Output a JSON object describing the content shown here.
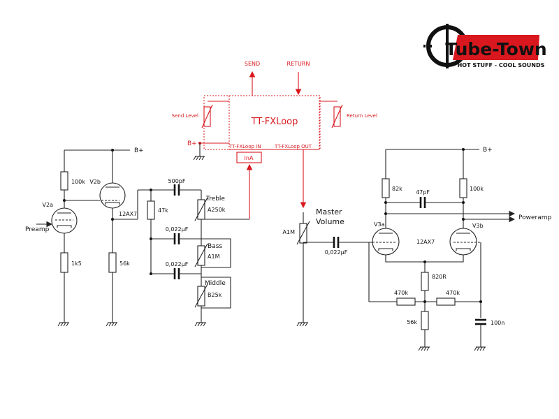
{
  "logo": {
    "brand": "Tube-Town",
    "tagline": "HOT STUFF - COOL SOUNDS",
    "colors": {
      "red": "#d8181e",
      "black": "#111111"
    }
  },
  "fxloop": {
    "title": "TT-FXLoop",
    "send": "SEND",
    "return": "RETURN",
    "send_level": "Send Level",
    "return_level": "Return Level",
    "in_label": "TT-FXLoop IN",
    "out_label": "TT-FXLoop OUT",
    "bplus": "B+",
    "ina": "InA"
  },
  "preamp": {
    "bplus": "B+",
    "r_plate": "100k",
    "v2a": "V2a",
    "v2b": "V2b",
    "tube_type": "12AX7",
    "input": "Preamp",
    "r_cathode": "1k5",
    "r_cf": "56k"
  },
  "tonestack": {
    "c_treble": "500pF",
    "r_slope": "47k",
    "treble": "Treble",
    "treble_pot": "A250k",
    "c_bass": "0,022µF",
    "bass": "Bass",
    "bass_pot": "A1M",
    "c_mid": "0,022µF",
    "middle": "Middle",
    "middle_pot": "B25k"
  },
  "master": {
    "label_line1": "Master",
    "label_line2": "Volume",
    "pot": "A1M",
    "c_coupling": "0,022µF"
  },
  "pi": {
    "bplus": "B+",
    "r_plate_a": "82k",
    "c_plate": "47pF",
    "r_plate_b": "100k",
    "output": "Poweramp",
    "v3a": "V3a",
    "v3b": "V3b",
    "tube_type": "12AX7",
    "r_tail": "820R",
    "r_bias_a": "470k",
    "r_bias_b": "470k",
    "r_ground": "56k",
    "c_grid": "100n"
  }
}
